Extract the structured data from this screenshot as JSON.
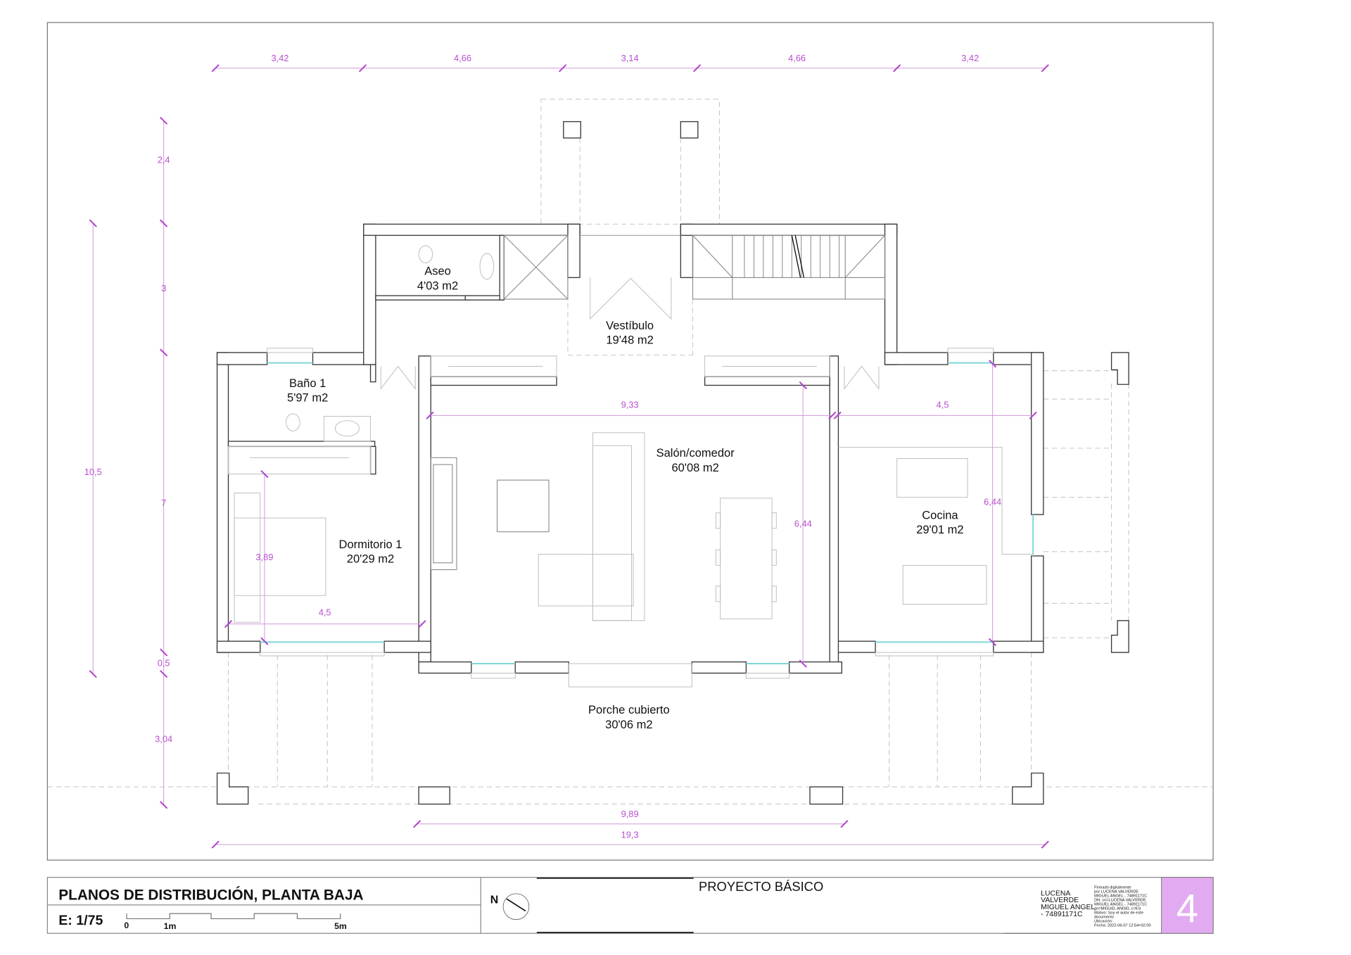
{
  "title_block": {
    "title": "PLANOS DE DISTRIBUCIÓN, PLANTA BAJA",
    "scale": "E: 1/75",
    "scale_bar": {
      "start": "0",
      "mid": "1m",
      "end": "5m"
    },
    "north_label": "N",
    "project": "PROYECTO BÁSICO",
    "author": [
      "LUCENA",
      "VALVERDE",
      "MIGUEL ANGEL",
      "- 74891171C"
    ],
    "signature": [
      "Firmado digitalmente",
      "por LUCENA VALVERDE",
      "MIGUEL ANGEL - 74891171C",
      "DN: cn=LUCENA VALVERDE",
      "MIGUEL ANGEL - 74891171C",
      "gn=MIGUEL ANGEL c=ES",
      "Motivo: Soy el autor de este",
      "documento",
      "Ubicación:",
      "Fecha: 2022-06-07 12:54+02:00"
    ],
    "sheet_number": "4",
    "sheet_color": "#e2aaf0"
  },
  "rooms": [
    {
      "name": "Aseo",
      "area": "4'03 m2"
    },
    {
      "name": "Vestíbulo",
      "area": "19'48 m2"
    },
    {
      "name": "Baño 1",
      "area": "5'97 m2"
    },
    {
      "name": "Salón/comedor",
      "area": "60'08 m2"
    },
    {
      "name": "Dormitorio 1",
      "area": "20'29 m2"
    },
    {
      "name": "Cocina",
      "area": "29'01 m2"
    },
    {
      "name": "Porche cubierto",
      "area": "30'06 m2"
    }
  ],
  "dimensions": {
    "top": [
      "3,42",
      "4,66",
      "3,14",
      "4,66",
      "3,42"
    ],
    "left": [
      "2,4",
      "3",
      "7",
      "0,5",
      "3,04"
    ],
    "left_total": "10,5",
    "bottom": [
      "9,89",
      "19,3"
    ],
    "interior": {
      "salon_width": "9,33",
      "cocina_width": "4,5",
      "dormitorio_width": "4,5",
      "dormitorio_depth": "3,89",
      "salon_depth": "6,44",
      "cocina_depth": "6,44"
    }
  },
  "colors": {
    "dimension": "#b94fcf",
    "glazing": "#7fd6d6",
    "walls": "#3a3a3a"
  }
}
